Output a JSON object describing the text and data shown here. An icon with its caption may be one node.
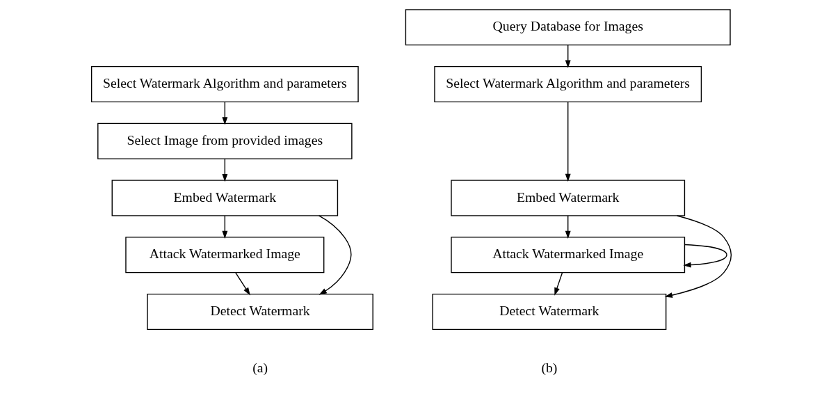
{
  "diagram": {
    "nodes": [
      {
        "text": [
          "Select Watermark Algorithm and parameters"
        ]
      },
      {
        "text": [
          "Select Image from provided images"
        ]
      },
      {
        "text": [
          "Embed Watermark"
        ]
      },
      {
        "text": [
          "Attack Watermarked Image"
        ]
      },
      {
        "text": [
          "Detect Watermark"
        ]
      },
      {
        "text": [
          "Query Database for Images"
        ]
      },
      {
        "text": [
          "Select Watermark Algorithm and parameters"
        ]
      },
      {
        "text": [
          "Embed Watermark"
        ]
      },
      {
        "text": [
          "Attack Watermarked Image"
        ]
      },
      {
        "text": [
          "Detect Watermark"
        ]
      }
    ],
    "edges": [
      {
        "from": 0,
        "to": 1,
        "arrow": "to"
      },
      {
        "from": 1,
        "to": 2,
        "arrow": "to"
      },
      {
        "from": 2,
        "to": 3,
        "arrow": "to"
      },
      {
        "from": 3,
        "to": 4,
        "arrow": "to"
      },
      {
        "from": 2,
        "to": 4,
        "arrow": "to"
      },
      {
        "from": 5,
        "to": 6,
        "arrow": "to"
      },
      {
        "from": 6,
        "to": 7,
        "arrow": "to"
      },
      {
        "from": 7,
        "to": 8,
        "arrow": "to"
      },
      {
        "from": 8,
        "to": 8,
        "arrow": "to"
      },
      {
        "from": 8,
        "to": 9,
        "arrow": "to"
      },
      {
        "from": 7,
        "to": 9,
        "arrow": "to"
      }
    ],
    "labels": [
      "(a)",
      "(b)"
    ]
  }
}
